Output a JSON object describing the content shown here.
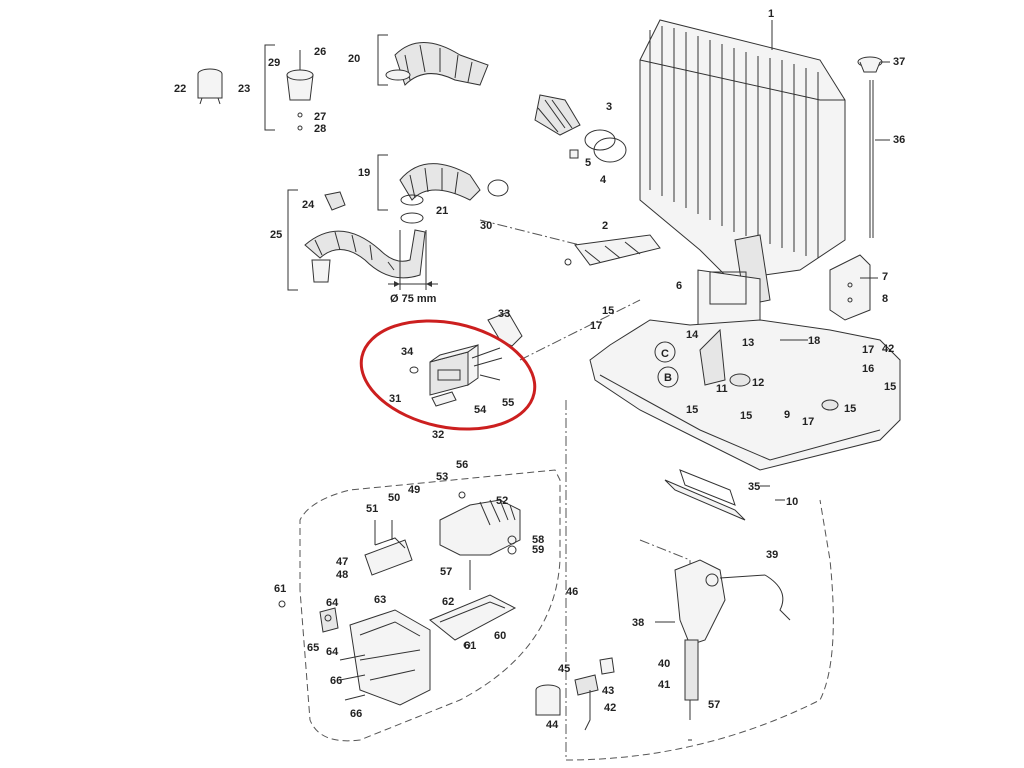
{
  "diagram": {
    "labels": {
      "p1": "1",
      "p2": "2",
      "p3": "3",
      "p4": "4",
      "p5": "5",
      "p6": "6",
      "p7": "7",
      "p8": "8",
      "p9": "9",
      "p10": "10",
      "p11": "11",
      "p12": "12",
      "p13": "13",
      "p14": "14",
      "p15a": "15",
      "p15b": "15",
      "p15c": "15",
      "p15d": "15",
      "p15e": "15",
      "p16": "16",
      "p17a": "17",
      "p17b": "17",
      "p17c": "17",
      "p18": "18",
      "p19": "19",
      "p20": "20",
      "p21": "21",
      "p22": "22",
      "p23": "23",
      "p24": "24",
      "p25": "25",
      "p26": "26",
      "p27": "27",
      "p28": "28",
      "p29": "29",
      "p30": "30",
      "p31": "31",
      "p32": "32",
      "p33": "33",
      "p34": "34",
      "p35": "35",
      "p36": "36",
      "p37": "37",
      "p38": "38",
      "p39": "39",
      "p40": "40",
      "p41": "41",
      "p42a": "42",
      "p42b": "42",
      "p43": "43",
      "p44": "44",
      "p45": "45",
      "p46": "46",
      "p47": "47",
      "p48": "48",
      "p49": "49",
      "p50": "50",
      "p51": "51",
      "p52": "52",
      "p53": "53",
      "p54": "54",
      "p55": "55",
      "p56": "56",
      "p57a": "57",
      "p57b": "57",
      "p58": "58",
      "p59": "59",
      "p60": "60",
      "p61a": "61",
      "p61b": "61",
      "p62": "62",
      "p63": "63",
      "p64a": "64",
      "p64b": "64",
      "p65": "65",
      "p66a": "66",
      "p66b": "66"
    },
    "marker_b": "B",
    "marker_c": "C",
    "dimension": "Ø 75 mm",
    "highlight_color": "#cc1f1f"
  }
}
